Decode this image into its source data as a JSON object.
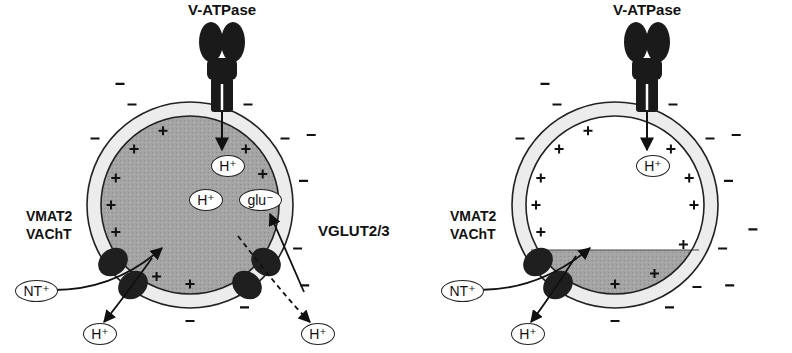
{
  "diagram": {
    "nodes": [
      {
        "text": [
          "H⁺"
        ]
      },
      {
        "text": [
          "H⁺"
        ]
      },
      {
        "text": [
          "glu⁻"
        ]
      },
      {
        "text": [
          "NT⁺"
        ]
      },
      {
        "text": [
          "H⁺"
        ]
      },
      {
        "text": [
          "H⁺"
        ]
      },
      {
        "text": [
          "H⁺"
        ]
      },
      {
        "text": [
          "NT⁺"
        ]
      },
      {
        "text": [
          "H⁺"
        ]
      }
    ],
    "labels": [
      "V-ATPase",
      "VMAT2 VAChT",
      "VGLUT2/3",
      "V-ATPase",
      "VMAT2 VAChT"
    ]
  }
}
